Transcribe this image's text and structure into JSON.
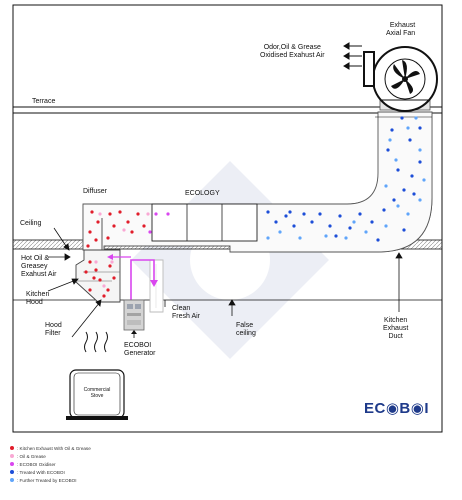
{
  "labels": {
    "exhaust_fan": "Exhaust\nAxial Fan",
    "odor_exhaust": "Odor,Oil & Grease\nOxidised Exahust Air",
    "terrace": "Terrace",
    "diffuser": "Diffuser",
    "ecology": "ECOLOGY",
    "ceiling": "Ceiling",
    "hot_oil": "Hot Oil &\nGreasey\nExahust Air",
    "kitchen_hood": "Kitchen\nHood",
    "hood_filter": "Hood\nFilter",
    "clean_fresh_air": "Clean\nFresh Air",
    "false_ceiling": "False\nceiling",
    "kitchen_exhaust_duct": "Kitchen\nExhaust\nDuct",
    "ecoboi_generator": "ECOBOI\nGenerator",
    "commercial_stove": "Commercial\nStove",
    "logo": "EC◉B◉I"
  },
  "legend": [
    {
      "color": "#e11d2a",
      "text": ": Kitchen Exhaust With Oil & Grease"
    },
    {
      "color": "#f9a8d4",
      "text": ": Oil & Grease"
    },
    {
      "color": "#d946ef",
      "text": ": ECOBOI Oxidiser"
    },
    {
      "color": "#1d4ed8",
      "text": ": Treated With ECOBOI"
    },
    {
      "color": "#60a5fa",
      "text": ": Further Treated by ECOBOI"
    }
  ]
}
